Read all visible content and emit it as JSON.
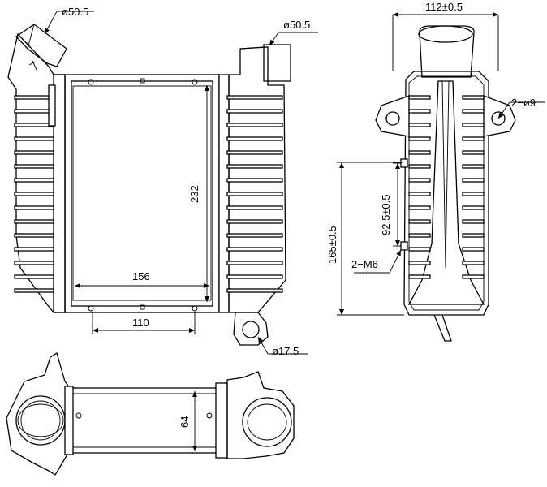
{
  "drawing": {
    "front_view": {
      "dia_inlet": "ø50.5",
      "dia_outlet": "ø50.5",
      "core_height": "232",
      "core_width": "156",
      "mount_spacing": "110",
      "mount_hole": "ø17.5"
    },
    "side_view": {
      "depth": "112±0.5",
      "mount_holes": "2−ø9",
      "height": "165±0.5",
      "bolt_spacing": "92.5±0.5",
      "bolts": "2−M6"
    },
    "bottom_view": {
      "core_depth": "64"
    }
  }
}
